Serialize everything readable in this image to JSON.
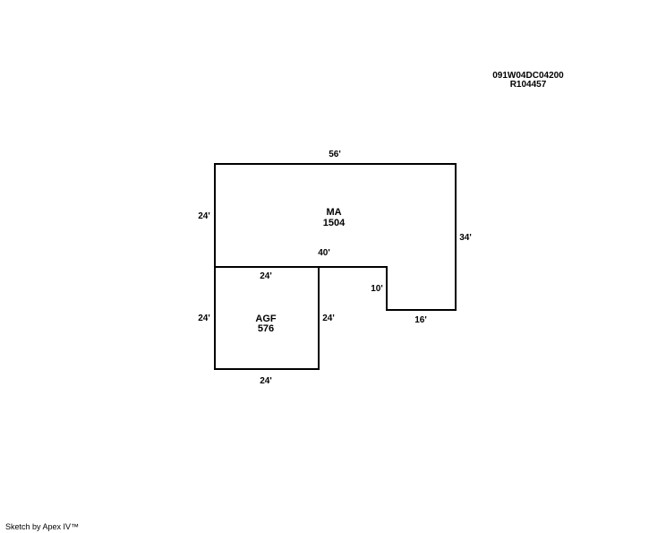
{
  "parcel": {
    "map_number": "091W04DC04200",
    "account": "R104457"
  },
  "areas": [
    {
      "code": "MA",
      "sqft": "1504"
    },
    {
      "code": "AGF",
      "sqft": "576"
    }
  ],
  "dimensions": {
    "ma_top": "56'",
    "ma_left": "24'",
    "ma_right": "34'",
    "ma_inner_top": "40'",
    "ma_notch_vertical": "10'",
    "ma_notch_bottom": "16'",
    "agf_top": "24'",
    "agf_left": "24'",
    "agf_right": "24'",
    "agf_bottom": "24'"
  },
  "footer": "Sketch by Apex IV™"
}
